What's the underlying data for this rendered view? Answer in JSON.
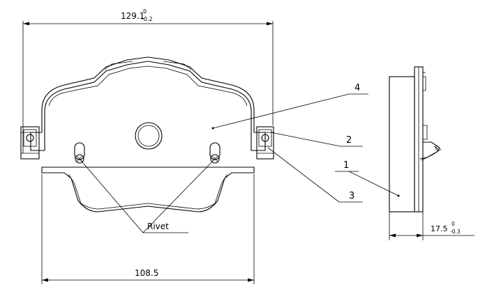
{
  "dimensions": {
    "overall_width": {
      "nominal": "129.1",
      "upper_tol": "0",
      "lower_tol": "-0.2"
    },
    "bottom_width": "108.5",
    "thickness": {
      "nominal": "17.5",
      "upper_tol": "0",
      "lower_tol": "-0.3"
    }
  },
  "callouts": {
    "item1": "1",
    "item2": "2",
    "item3": "3",
    "item4": "4",
    "rivet": "Rivet"
  },
  "colors": {
    "line": "#000000",
    "background": "#ffffff"
  }
}
